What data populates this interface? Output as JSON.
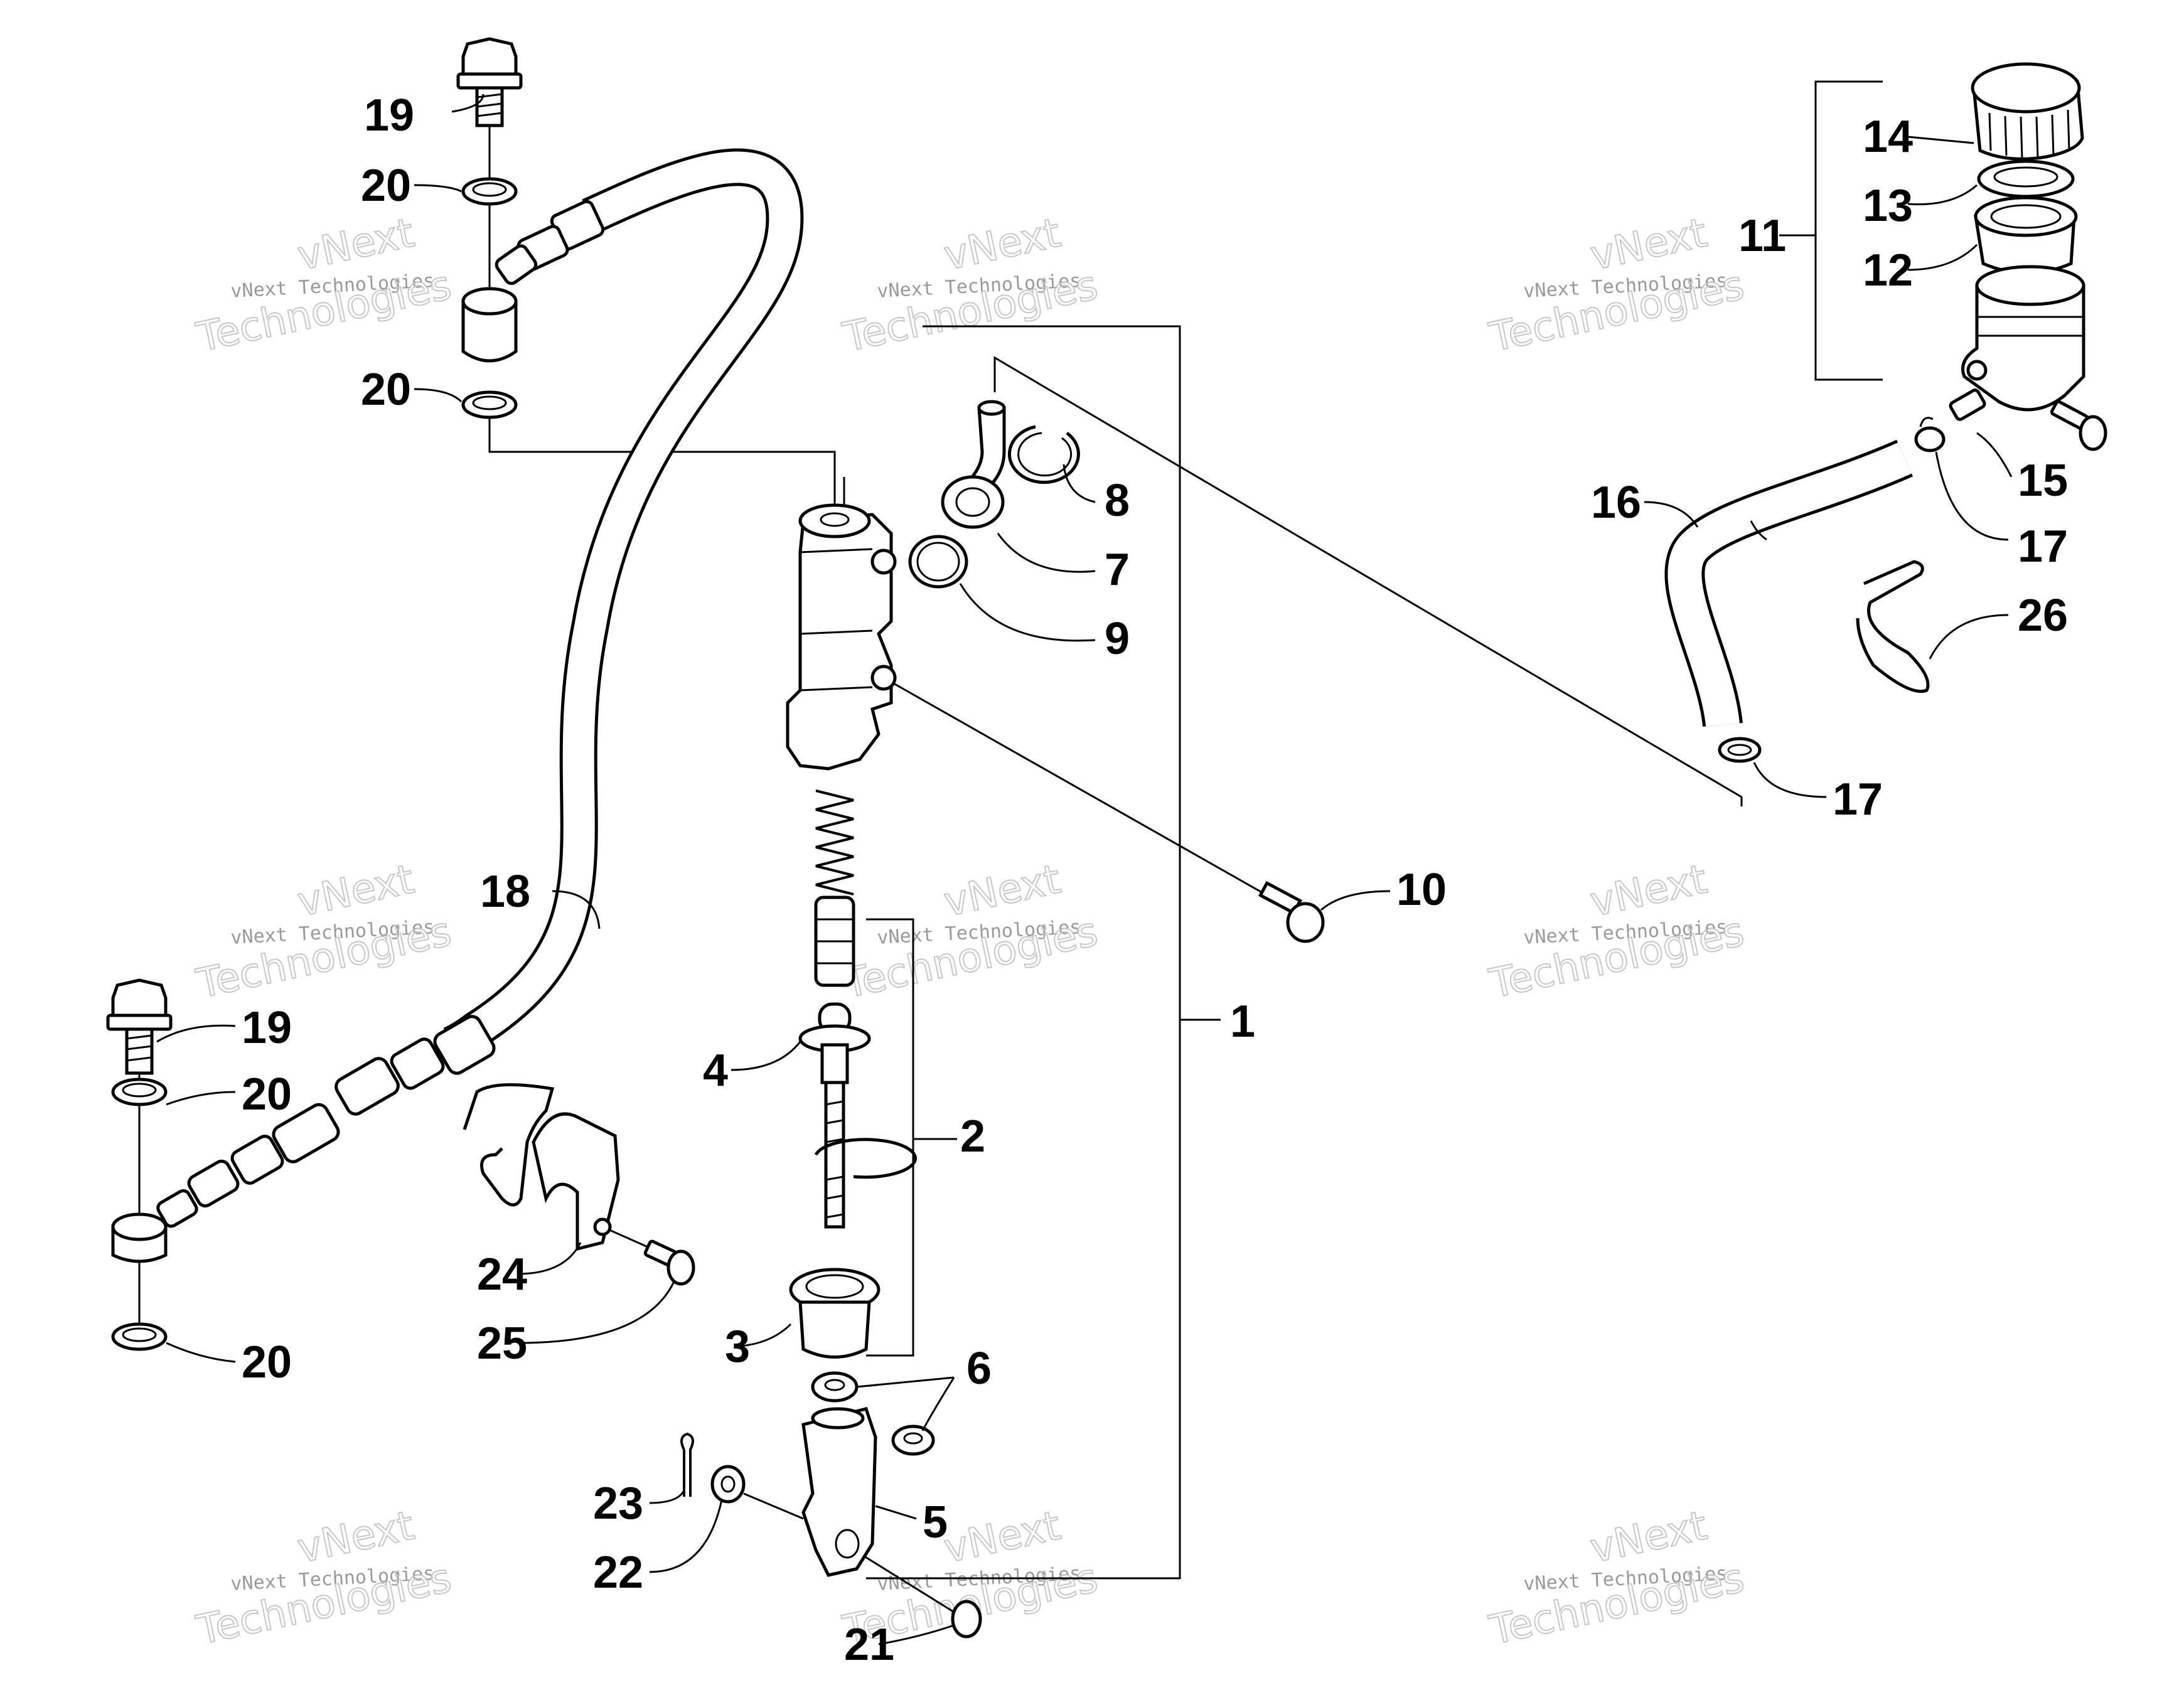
{
  "watermark": {
    "line1": "vNext",
    "line2": "vNext Technologies",
    "line3": "Technologies"
  },
  "callouts": [
    {
      "id": "1",
      "text": "1"
    },
    {
      "id": "2",
      "text": "2"
    },
    {
      "id": "3",
      "text": "3"
    },
    {
      "id": "4",
      "text": "4"
    },
    {
      "id": "5",
      "text": "5"
    },
    {
      "id": "6",
      "text": "6"
    },
    {
      "id": "7",
      "text": "7"
    },
    {
      "id": "8",
      "text": "8"
    },
    {
      "id": "9",
      "text": "9"
    },
    {
      "id": "10",
      "text": "10"
    },
    {
      "id": "11",
      "text": "11"
    },
    {
      "id": "12",
      "text": "12"
    },
    {
      "id": "13",
      "text": "13"
    },
    {
      "id": "14",
      "text": "14"
    },
    {
      "id": "15",
      "text": "15"
    },
    {
      "id": "16",
      "text": "16"
    },
    {
      "id": "17a",
      "text": "17"
    },
    {
      "id": "17b",
      "text": "17"
    },
    {
      "id": "18",
      "text": "18"
    },
    {
      "id": "19a",
      "text": "19"
    },
    {
      "id": "19b",
      "text": "19"
    },
    {
      "id": "20a",
      "text": "20"
    },
    {
      "id": "20b",
      "text": "20"
    },
    {
      "id": "20c",
      "text": "20"
    },
    {
      "id": "20d",
      "text": "20"
    },
    {
      "id": "21",
      "text": "21"
    },
    {
      "id": "22",
      "text": "22"
    },
    {
      "id": "23",
      "text": "23"
    },
    {
      "id": "24",
      "text": "24"
    },
    {
      "id": "25",
      "text": "25"
    },
    {
      "id": "26",
      "text": "26"
    }
  ]
}
